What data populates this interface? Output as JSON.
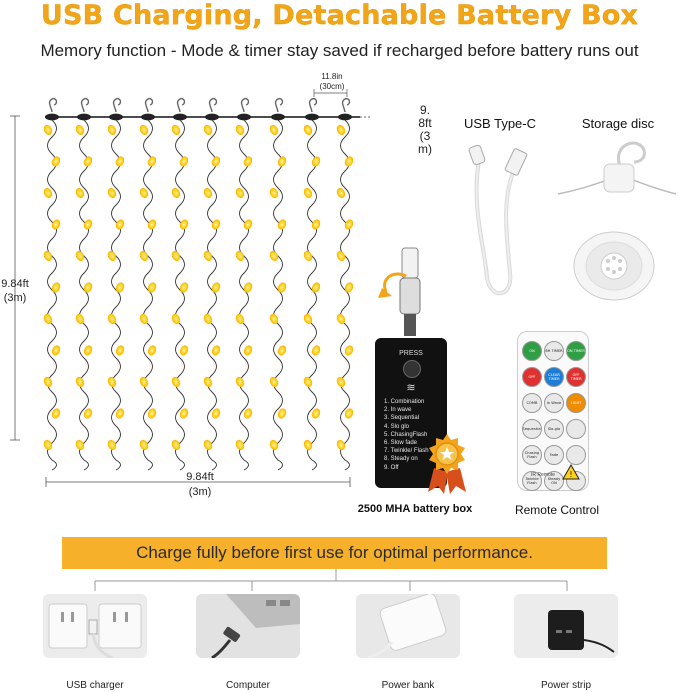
{
  "title": "USB Charging, Detachable Battery Box",
  "subtitle": "Memory function - Mode & timer stay saved if recharged before battery runs out",
  "dimensions": {
    "spacing_in": "11.8in",
    "spacing_cm": "(30cm)",
    "cable_length": "9.8ft(3m)",
    "height_ft": "9.84ft",
    "height_m": "(3m)",
    "width_ft": "9.84ft",
    "width_m": "(3m)"
  },
  "accessories": {
    "usb_label": "USB Type-C",
    "disc_label": "Storage disc"
  },
  "battery_box": {
    "caption": "2500 MHA battery box",
    "press_label": "PRESS",
    "modes": [
      "1. Combination",
      "2. In wave",
      "3. Sequential",
      "4. Slo glo",
      "5. ChasingFlash",
      "6. Slow fade",
      "7. Twinkle/ Flash",
      "8. Steady on",
      "9. Off"
    ]
  },
  "remote": {
    "caption": "Remote Control",
    "footer": "IR Remote",
    "buttons": [
      {
        "label": "ON",
        "color": "#2f9e44"
      },
      {
        "label": "6H TIMER",
        "color": "#e9e9e9"
      },
      {
        "label": "ON TIMER",
        "color": "#2f9e44"
      },
      {
        "label": "OFF",
        "color": "#e03131"
      },
      {
        "label": "CLEAR TIMER",
        "color": "#1c7ed6"
      },
      {
        "label": "OFF TIMER",
        "color": "#e03131"
      },
      {
        "label": "COMB",
        "color": "#e9e9e9"
      },
      {
        "label": "In Wave",
        "color": "#e9e9e9"
      },
      {
        "label": "LIGHT",
        "color": "#f08c00"
      },
      {
        "label": "Sequential",
        "color": "#e9e9e9"
      },
      {
        "label": "Slo-glo",
        "color": "#e9e9e9"
      },
      {
        "label": "",
        "color": "#e9e9e9"
      },
      {
        "label": "Chasing Flash",
        "color": "#e9e9e9"
      },
      {
        "label": "Fade",
        "color": "#e9e9e9"
      },
      {
        "label": "",
        "color": "#e9e9e9"
      },
      {
        "label": "Twinkle Flash",
        "color": "#e9e9e9"
      },
      {
        "label": "Steady ON",
        "color": "#e9e9e9"
      },
      {
        "label": "",
        "color": "#e9e9e9"
      }
    ]
  },
  "banner": "Charge fully before first use for optimal performance.",
  "chargers": [
    {
      "label": "USB charger"
    },
    {
      "label": "Computer"
    },
    {
      "label": "Power bank"
    },
    {
      "label": "Power strip"
    }
  ],
  "colors": {
    "title": "#f2a518",
    "banner": "#f7b029",
    "led": "#ffd21a",
    "led_glow": "#ffb300"
  }
}
